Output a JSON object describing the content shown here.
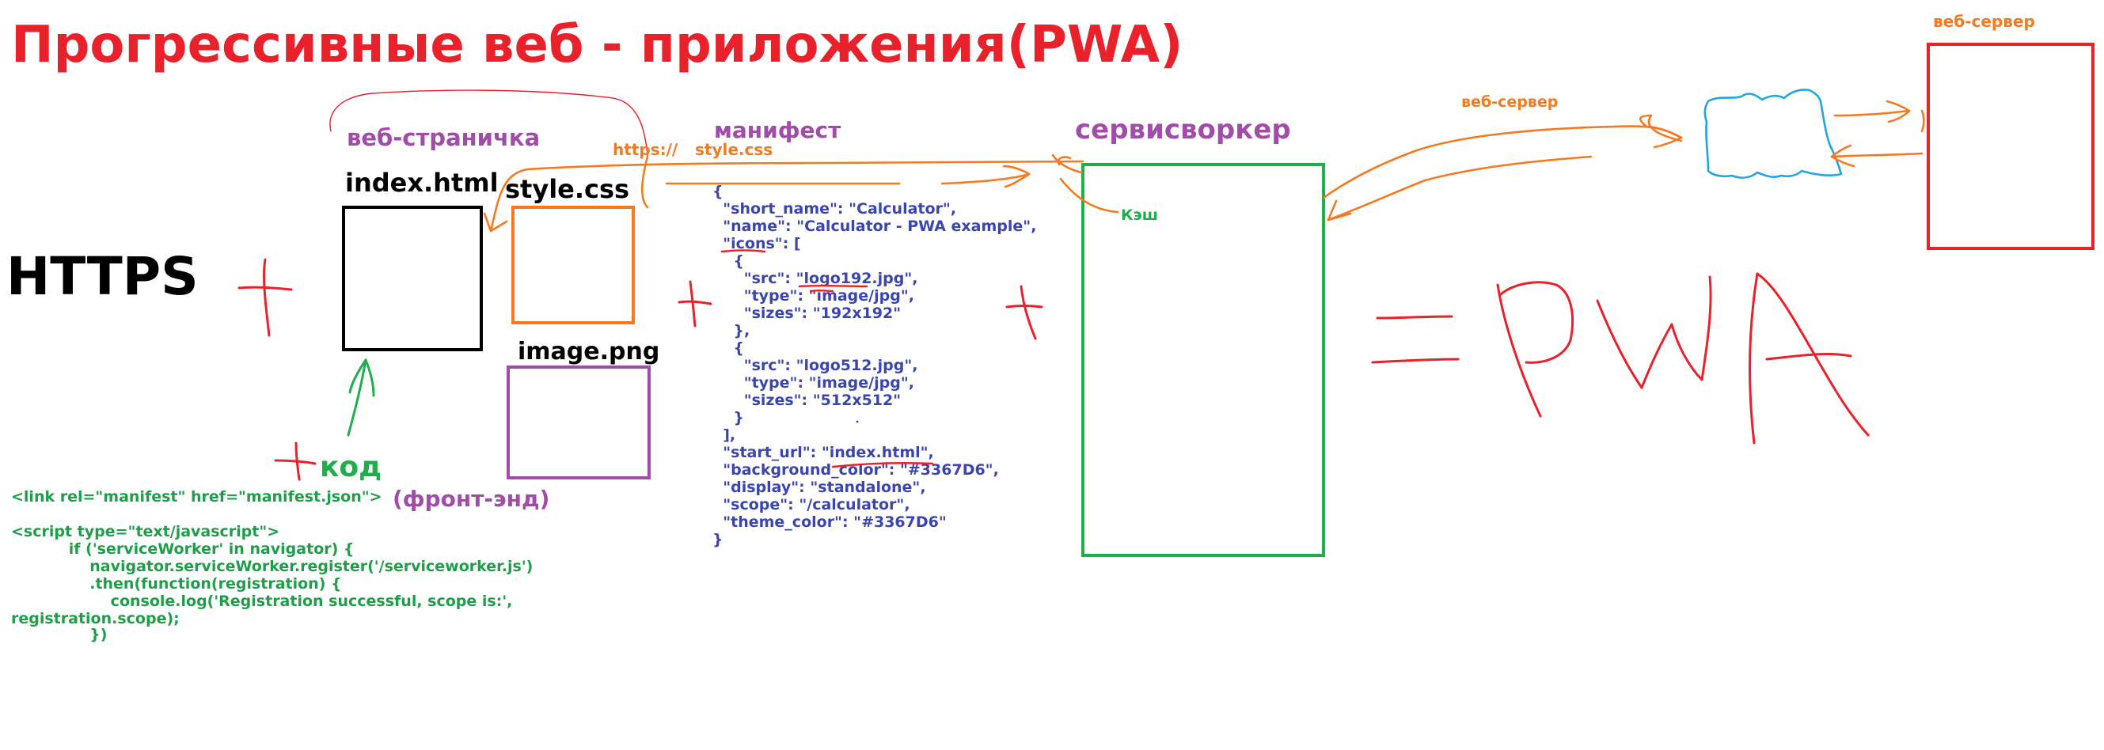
{
  "colors": {
    "red": "#e8212b",
    "orange": "#f47a22",
    "purple": "#a04ca8",
    "green": "#1fae4b",
    "green_dark": "#1e9e48",
    "blue_code": "#3a45b0",
    "cyan": "#22a6dc",
    "black": "#000000"
  },
  "title": "Прогрессивные веб - приложения(PWA)",
  "https_label": "HTTPS",
  "webpage": {
    "label": "веб-страничка",
    "index_label": "index.html",
    "style_label": "style.css",
    "image_label": "image.png"
  },
  "code": {
    "label": "код",
    "frontend_label": "(фронт-энд)",
    "lines": [
      "<link rel=\"manifest\" href=\"manifest.json\">",
      "",
      "<script type=\"text/javascript\">",
      "           if ('serviceWorker' in navigator) {",
      "               navigator.serviceWorker.register('/serviceworker.js')",
      "               .then(function(registration) {",
      "                   console.log('Registration successful, scope is:',",
      "registration.scope);",
      "               })"
    ]
  },
  "manifest": {
    "label": "манифест",
    "https_note": "https://",
    "style_note": "style.css",
    "lines": [
      "{",
      "  \"short_name\": \"Calculator\",",
      "  \"name\": \"Calculator - PWA example\",",
      "  \"icons\": [",
      "    {",
      "      \"src\": \"logo192.jpg\",",
      "      \"type\": \"image/jpg\",",
      "      \"sizes\": \"192x192\"",
      "    },",
      "    {",
      "      \"src\": \"logo512.jpg\",",
      "      \"type\": \"image/jpg\",",
      "      \"sizes\": \"512x512\"",
      "    }",
      "  ],",
      "  \"start_url\": \"index.html\",",
      "  \"background_color\": \"#3367D6\",",
      "  \"display\": \"standalone\",",
      "  \"scope\": \"/calculator\",",
      "  \"theme_color\": \"#3367D6\"",
      "}"
    ]
  },
  "serviceworker": {
    "label": "сервисворкер",
    "cache_label": "Кэш"
  },
  "webserver_mid_label": "веб-сервер",
  "webserver_top_label": "веб-сервер",
  "equals_pwa": "=PWA"
}
